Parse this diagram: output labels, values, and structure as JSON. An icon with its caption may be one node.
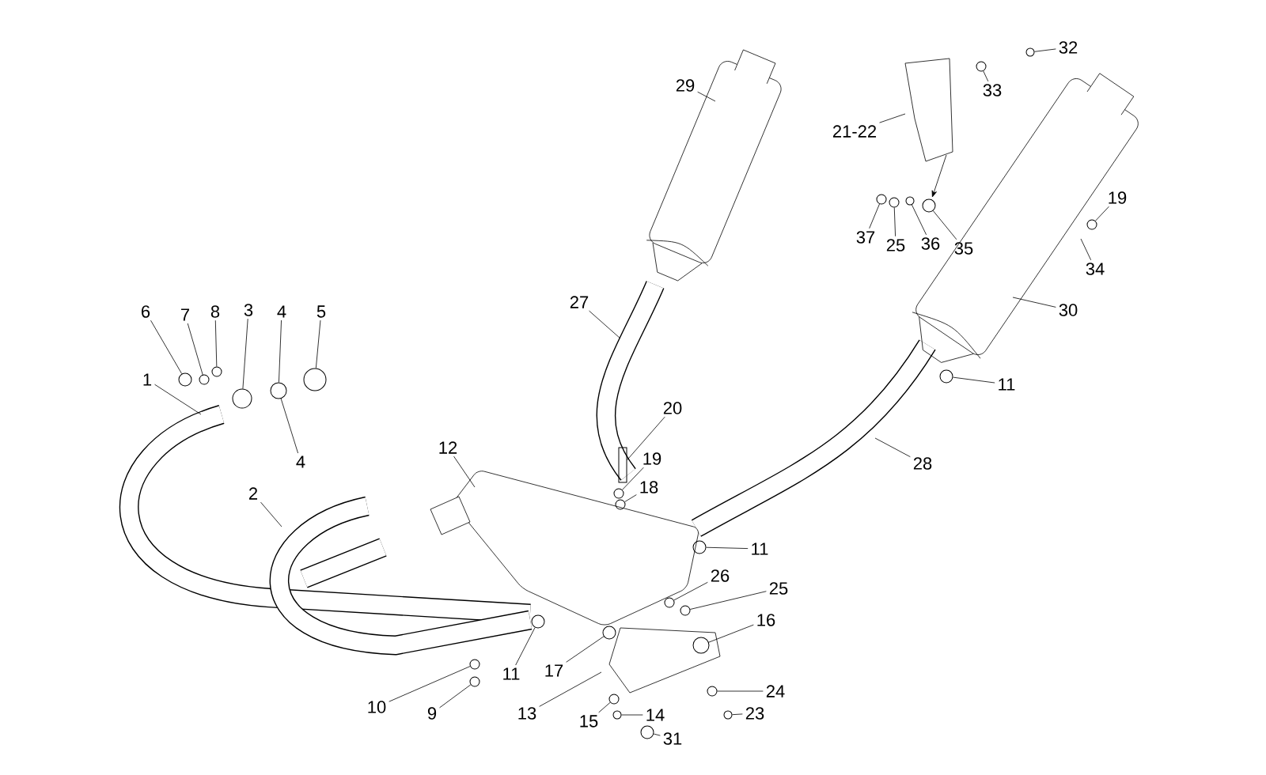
{
  "diagram": {
    "nodes": [
      {
        "text": [
          "32"
        ]
      },
      {
        "text": [
          "29"
        ]
      },
      {
        "text": [
          "33"
        ]
      },
      {
        "text": [
          "21-22"
        ]
      },
      {
        "text": [
          "19"
        ]
      },
      {
        "text": [
          "37"
        ]
      },
      {
        "text": [
          "36"
        ]
      },
      {
        "text": [
          "25"
        ]
      },
      {
        "text": [
          "35"
        ]
      },
      {
        "text": [
          "34"
        ]
      },
      {
        "text": [
          "27"
        ]
      },
      {
        "text": [
          "30"
        ]
      },
      {
        "text": [
          "6"
        ]
      },
      {
        "text": [
          "7"
        ]
      },
      {
        "text": [
          "8"
        ]
      },
      {
        "text": [
          "3"
        ]
      },
      {
        "text": [
          "4"
        ]
      },
      {
        "text": [
          "5"
        ]
      },
      {
        "text": [
          "1"
        ]
      },
      {
        "text": [
          "11"
        ]
      },
      {
        "text": [
          "20"
        ]
      },
      {
        "text": [
          "12"
        ]
      },
      {
        "text": [
          "19"
        ]
      },
      {
        "text": [
          "4"
        ]
      },
      {
        "text": [
          "28"
        ]
      },
      {
        "text": [
          "18"
        ]
      },
      {
        "text": [
          "2"
        ]
      },
      {
        "text": [
          "11"
        ]
      },
      {
        "text": [
          "26"
        ]
      },
      {
        "text": [
          "25"
        ]
      },
      {
        "text": [
          "16"
        ]
      },
      {
        "text": [
          "17"
        ]
      },
      {
        "text": [
          "11"
        ]
      },
      {
        "text": [
          "24"
        ]
      },
      {
        "text": [
          "10"
        ]
      },
      {
        "text": [
          "9"
        ]
      },
      {
        "text": [
          "13"
        ]
      },
      {
        "text": [
          "23"
        ]
      },
      {
        "text": [
          "14"
        ]
      },
      {
        "text": [
          "15"
        ]
      },
      {
        "text": [
          "31"
        ]
      },
      {
        "text": [],
        "shape": "circle"
      },
      {
        "text": [],
        "shape": "circle"
      },
      {
        "text": [],
        "shape": "circle"
      },
      {
        "text": [],
        "shape": "circle"
      },
      {
        "text": [],
        "shape": "circle"
      },
      {
        "text": [],
        "shape": "circle"
      },
      {
        "text": [],
        "shape": "circle"
      },
      {
        "text": [],
        "shape": "circle"
      },
      {
        "text": [],
        "shape": "circle"
      },
      {
        "text": [],
        "shape": "circle"
      },
      {
        "text": [],
        "shape": "circle"
      },
      {
        "text": [],
        "shape": "circle"
      },
      {
        "text": [],
        "shape": "circle"
      },
      {
        "text": [],
        "shape": "circle"
      },
      {
        "text": [],
        "shape": "circle"
      },
      {
        "text": [],
        "shape": "circle"
      },
      {
        "text": [],
        "shape": "circle"
      },
      {
        "text": [],
        "shape": "circle"
      },
      {
        "text": [],
        "shape": "circle"
      },
      {
        "text": [],
        "shape": "circle"
      },
      {
        "text": [],
        "shape": "circle"
      },
      {
        "text": [],
        "shape": "circle"
      },
      {
        "text": [],
        "shape": "circle"
      },
      {
        "text": [],
        "shape": "circle"
      },
      {
        "text": [],
        "shape": "circle"
      },
      {
        "text": [],
        "shape": "circle"
      },
      {
        "text": [],
        "shape": "circle"
      },
      {
        "text": [],
        "shape": "circle"
      },
      {
        "text": [],
        "shape": "circle"
      },
      {
        "text": [],
        "shape": "bar"
      }
    ],
    "edges": [
      {
        "from": 0,
        "to": 41,
        "arrow": "none"
      },
      {
        "from": 1,
        "to": null,
        "arrow": "none"
      },
      {
        "from": 2,
        "to": 42,
        "arrow": "none"
      },
      {
        "from": 3,
        "to": null,
        "arrow": "none"
      },
      {
        "from": 4,
        "to": 43,
        "arrow": "none"
      },
      {
        "from": 5,
        "to": 44,
        "arrow": "none"
      },
      {
        "from": 6,
        "to": 46,
        "arrow": "none"
      },
      {
        "from": 7,
        "to": 45,
        "arrow": "none"
      },
      {
        "from": 8,
        "to": 47,
        "arrow": "none"
      },
      {
        "from": 9,
        "to": null,
        "arrow": "none"
      },
      {
        "from": 10,
        "to": null,
        "arrow": "none"
      },
      {
        "from": 11,
        "to": null,
        "arrow": "none"
      },
      {
        "from": 12,
        "to": 48,
        "arrow": "none"
      },
      {
        "from": 13,
        "to": 49,
        "arrow": "none"
      },
      {
        "from": 14,
        "to": 50,
        "arrow": "none"
      },
      {
        "from": 15,
        "to": 51,
        "arrow": "none"
      },
      {
        "from": 16,
        "to": 52,
        "arrow": "none"
      },
      {
        "from": 17,
        "to": 53,
        "arrow": "none"
      },
      {
        "from": 18,
        "to": null,
        "arrow": "none"
      },
      {
        "from": 19,
        "to": 54,
        "arrow": "none"
      },
      {
        "from": 20,
        "to": 70,
        "arrow": "none"
      },
      {
        "from": 21,
        "to": null,
        "arrow": "none"
      },
      {
        "from": 22,
        "to": 55,
        "arrow": "none"
      },
      {
        "from": 23,
        "to": 52,
        "arrow": "none"
      },
      {
        "from": 24,
        "to": null,
        "arrow": "none"
      },
      {
        "from": 25,
        "to": 56,
        "arrow": "none"
      },
      {
        "from": 26,
        "to": null,
        "arrow": "none"
      },
      {
        "from": 27,
        "to": 57,
        "arrow": "none"
      },
      {
        "from": 28,
        "to": 58,
        "arrow": "none"
      },
      {
        "from": 29,
        "to": 59,
        "arrow": "none"
      },
      {
        "from": 30,
        "to": 60,
        "arrow": "none"
      },
      {
        "from": 31,
        "to": 61,
        "arrow": "none"
      },
      {
        "from": 32,
        "to": 62,
        "arrow": "none"
      },
      {
        "from": 33,
        "to": 63,
        "arrow": "none"
      },
      {
        "from": 34,
        "to": 64,
        "arrow": "none"
      },
      {
        "from": 35,
        "to": 65,
        "arrow": "none"
      },
      {
        "from": 36,
        "to": null,
        "arrow": "none"
      },
      {
        "from": 37,
        "to": 66,
        "arrow": "none"
      },
      {
        "from": 38,
        "to": 67,
        "arrow": "none"
      },
      {
        "from": 39,
        "to": 68,
        "arrow": "none"
      },
      {
        "from": 40,
        "to": 69,
        "arrow": "none"
      }
    ]
  }
}
